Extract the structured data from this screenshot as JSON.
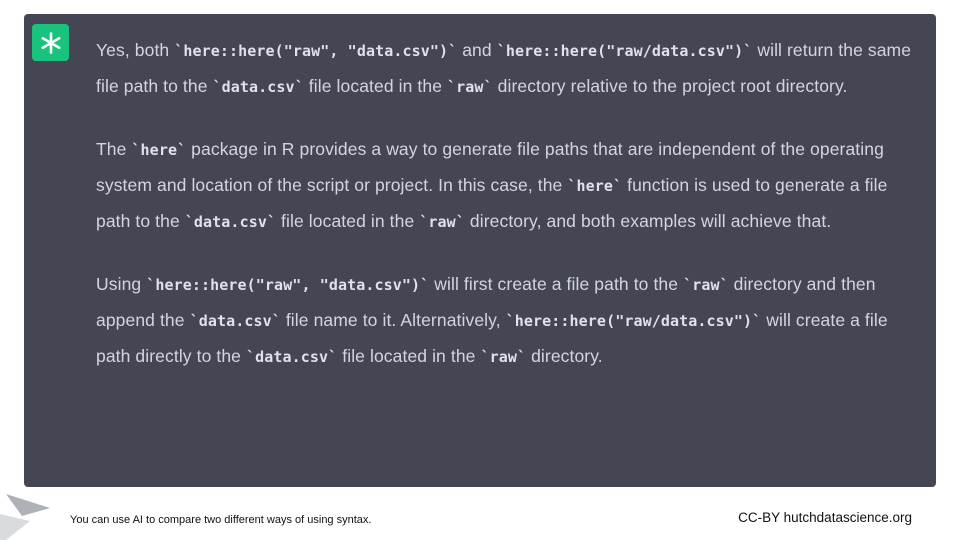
{
  "colors": {
    "panel_bg": "#444654",
    "avatar_bg": "#19c37d",
    "text_color": "#d3d5e0"
  },
  "icons": {
    "avatar": "openai-logo",
    "corner": "gray-corner-arrow-decoration"
  },
  "chat": {
    "paragraphs": [
      {
        "segments": [
          {
            "type": "text",
            "text": "Yes, both "
          },
          {
            "type": "code",
            "text": "`here::here(\"raw\", \"data.csv\")`"
          },
          {
            "type": "text",
            "text": " and "
          },
          {
            "type": "code",
            "text": "`here::here(\"raw/data.csv\")`"
          },
          {
            "type": "text",
            "text": " will return the same file path to the "
          },
          {
            "type": "code",
            "text": "`data.csv`"
          },
          {
            "type": "text",
            "text": " file located in the "
          },
          {
            "type": "code",
            "text": "`raw`"
          },
          {
            "type": "text",
            "text": " directory relative to the project root directory."
          }
        ]
      },
      {
        "segments": [
          {
            "type": "text",
            "text": "The "
          },
          {
            "type": "code",
            "text": "`here`"
          },
          {
            "type": "text",
            "text": " package in R provides a way to generate file paths that are independent of the operating system and location of the script or project. In this case, the "
          },
          {
            "type": "code",
            "text": "`here`"
          },
          {
            "type": "text",
            "text": " function is used to generate a file path to the "
          },
          {
            "type": "code",
            "text": "`data.csv`"
          },
          {
            "type": "text",
            "text": " file located in the "
          },
          {
            "type": "code",
            "text": "`raw`"
          },
          {
            "type": "text",
            "text": " directory, and both examples will achieve that."
          }
        ]
      },
      {
        "segments": [
          {
            "type": "text",
            "text": "Using "
          },
          {
            "type": "code",
            "text": "`here::here(\"raw\", \"data.csv\")`"
          },
          {
            "type": "text",
            "text": " will first create a file path to the "
          },
          {
            "type": "code",
            "text": "`raw`"
          },
          {
            "type": "text",
            "text": " directory and then append the "
          },
          {
            "type": "code",
            "text": "`data.csv`"
          },
          {
            "type": "text",
            "text": " file name to it. Alternatively, "
          },
          {
            "type": "code",
            "text": "`here::here(\"raw/data.csv\")`"
          },
          {
            "type": "text",
            "text": " will create a file path directly to the "
          },
          {
            "type": "code",
            "text": "`data.csv`"
          },
          {
            "type": "text",
            "text": " file located in the "
          },
          {
            "type": "code",
            "text": "`raw`"
          },
          {
            "type": "text",
            "text": " directory."
          }
        ]
      }
    ]
  },
  "footer": {
    "caption": "You can use AI to compare two different ways of using syntax.",
    "attribution": "CC-BY hutchdatascience.org"
  }
}
